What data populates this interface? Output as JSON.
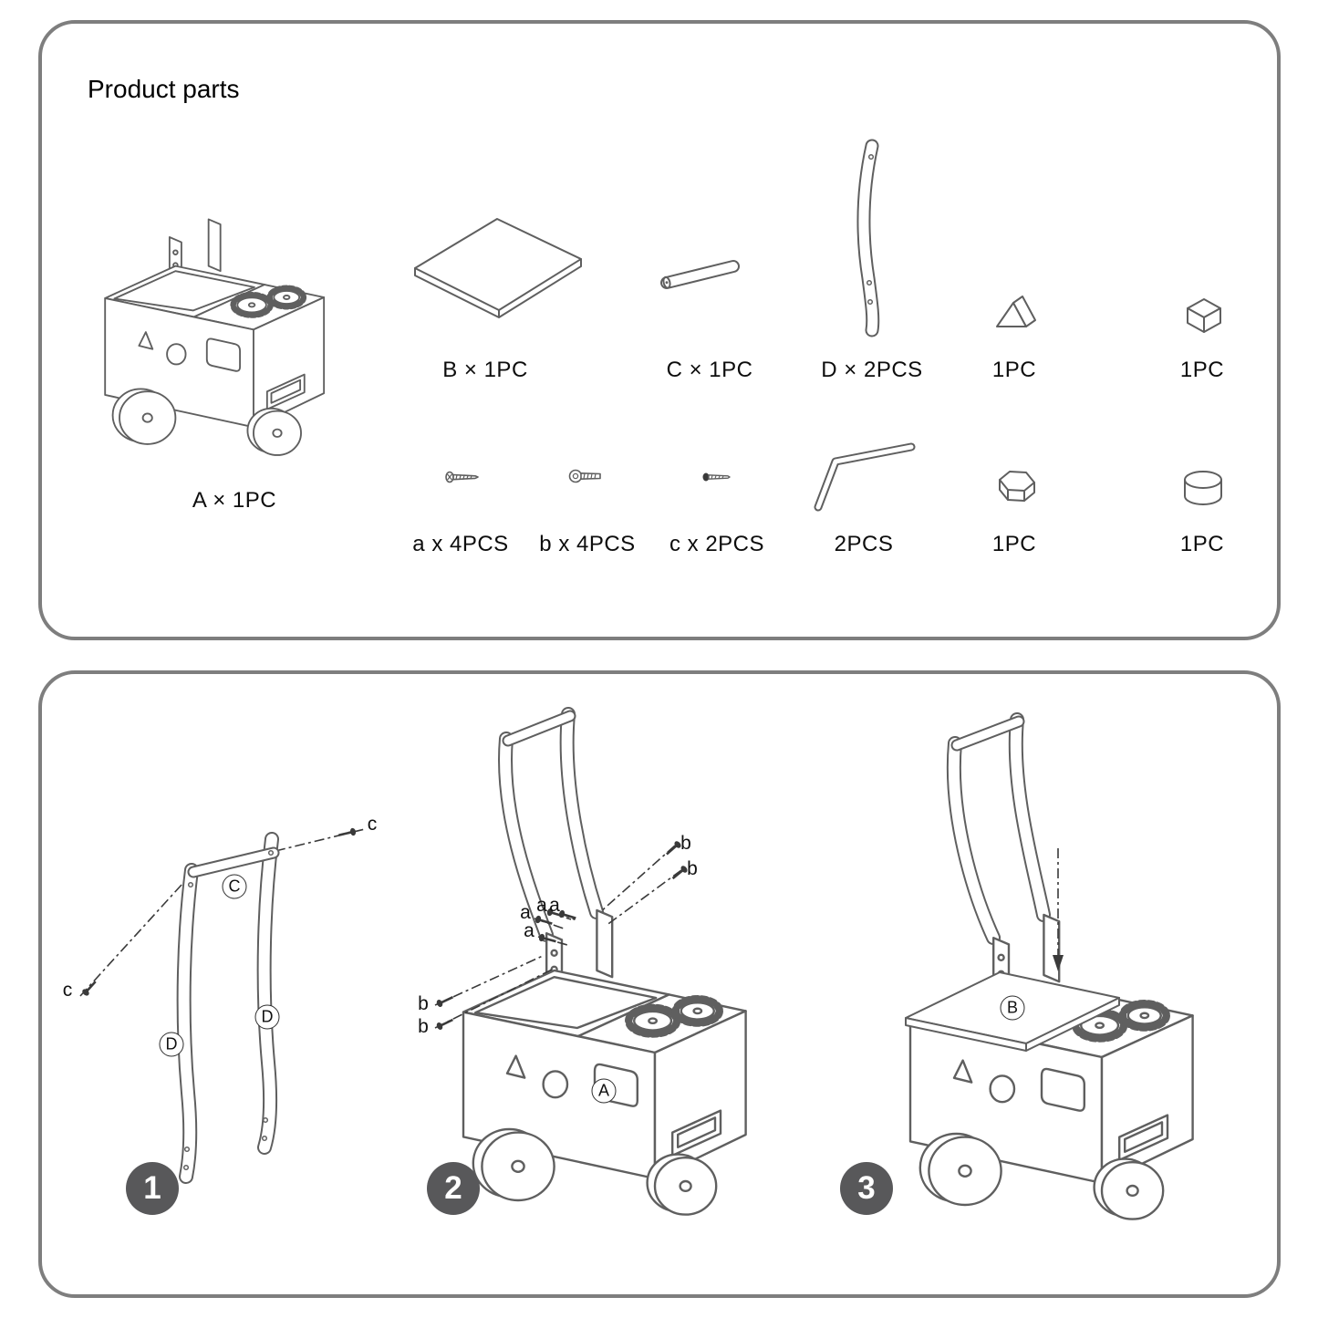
{
  "parts_panel": {
    "title": "Product parts",
    "labels": {
      "A": "A × 1PC",
      "B": "B × 1PC",
      "C": "C × 1PC",
      "D": "D × 2PCS",
      "triangle": "1PC",
      "cube": "1PC",
      "screw_a": "a x 4PCS",
      "screw_b": "b x 4PCS",
      "screw_c": "c x 2PCS",
      "allen_key": "2PCS",
      "hexagon": "1PC",
      "cylinder": "1PC"
    }
  },
  "steps_panel": {
    "badges": {
      "step1": "1",
      "step2": "2",
      "step3": "3"
    },
    "callouts": {
      "A": "A",
      "B": "B",
      "C": "C",
      "D": "D",
      "a": "a",
      "b": "b",
      "c": "c"
    }
  }
}
